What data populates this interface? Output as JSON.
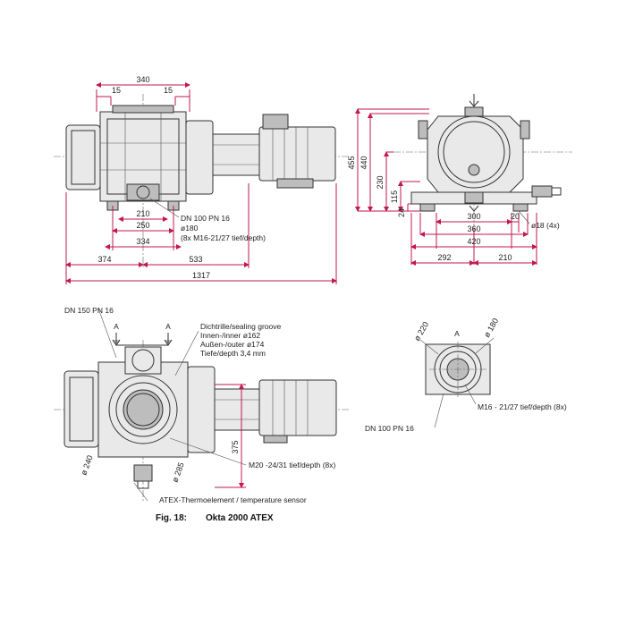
{
  "colors": {
    "dimension": "#c0194d",
    "outline": "#333333",
    "fill": "#e9e9e9"
  },
  "caption": {
    "fig": "Fig. 18:",
    "title": "Okta 2000 ATEX"
  },
  "top_view": {
    "dims": [
      "340",
      "15",
      "15",
      "210",
      "250",
      "334",
      "374",
      "533",
      "1317"
    ],
    "flange_label": [
      "DN 100 PN 16",
      "ø180",
      "(8x M16-21/27 tief/depth)"
    ]
  },
  "side_view": {
    "dims": [
      "455",
      "440",
      "230",
      "115",
      "24",
      "300",
      "20",
      "360",
      "420",
      "292",
      "210"
    ],
    "hole_label": "ø18 (4x)"
  },
  "bottom_view": {
    "dn_label": "DN 150 PN 16",
    "arrow_label": "A",
    "groove_label": [
      "Dichtrille/sealing groove",
      "Innen-/inner ø162",
      "Außen-/outer ø174",
      "Tiefe/depth 3,4 mm"
    ],
    "dims": [
      "375",
      "ø 240",
      "ø 285"
    ],
    "thread_label": "M20 -24/31 tief/depth (8x)",
    "sensor_label": "ATEX-Thermoelement / temperature sensor"
  },
  "detail_view": {
    "dims": [
      "ø 220",
      "ø 180"
    ],
    "arrow_label": "A",
    "thread_label": "M16 - 21/27 tief/depth (8x)",
    "dn_label": "DN 100 PN 16"
  }
}
